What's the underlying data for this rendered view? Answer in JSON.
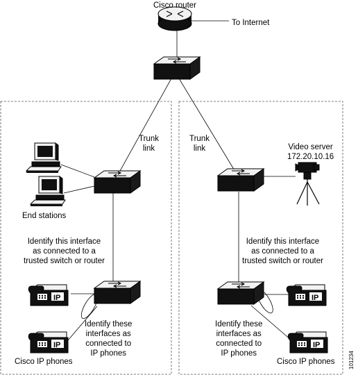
{
  "labels": {
    "router": "Cisco router",
    "internet": "To Internet",
    "trunk_left": [
      "Trunk",
      "link"
    ],
    "trunk_right": [
      "Trunk",
      "link"
    ],
    "video_server": [
      "Video server",
      "172.20.10.16"
    ],
    "end_stations": "End stations",
    "trusted_left": [
      "Identify this interface",
      "as connected to a",
      "trusted switch or router"
    ],
    "trusted_right": [
      "Identify this interface",
      "as connected to a",
      "trusted switch or router"
    ],
    "phones_note_left": [
      "Identify these",
      "interfaces as",
      "connected to",
      "IP phones"
    ],
    "phones_note_right": [
      "Identify these",
      "interfaces as",
      "connected to",
      "IP phones"
    ],
    "ip_phones_left": "Cisco IP phones",
    "ip_phones_right": "Cisco IP phones",
    "phone_ip": "IP",
    "figure_id": "101234"
  }
}
